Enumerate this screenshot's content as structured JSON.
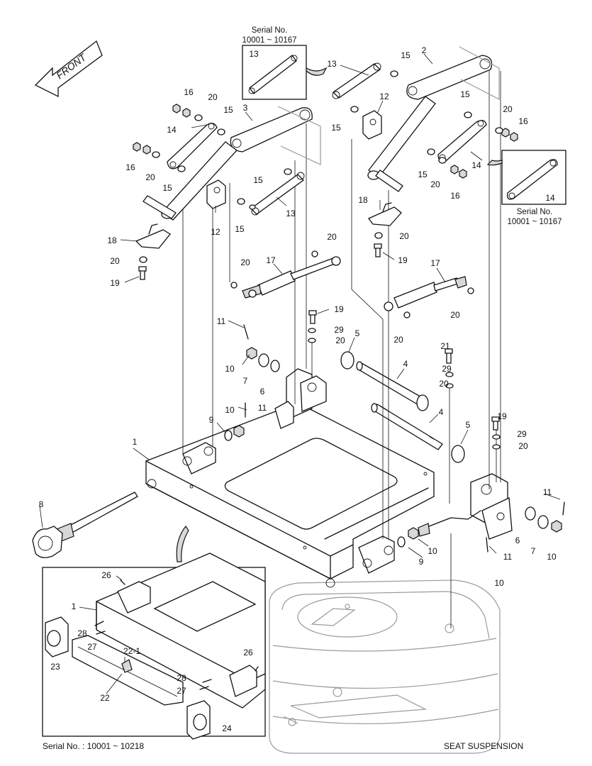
{
  "front_label": "FRONT",
  "callouts": {
    "top": {
      "title": "Serial No.",
      "range": "10001 ~ 10167",
      "part": "13"
    },
    "right": {
      "title": "Serial No.",
      "range": "10001 ~ 10167",
      "part": "14"
    }
  },
  "inset_serial": "Serial No. : 10001 ~ 10218",
  "caption": "SEAT SUSPENSION",
  "part_labels": [
    {
      "id": "p2",
      "text": "2"
    },
    {
      "id": "p3",
      "text": "3"
    },
    {
      "id": "p13a",
      "text": "13"
    },
    {
      "id": "p13b",
      "text": "13"
    },
    {
      "id": "p15a",
      "text": "15"
    },
    {
      "id": "p15b",
      "text": "15"
    },
    {
      "id": "p15c",
      "text": "15"
    },
    {
      "id": "p15d",
      "text": "15"
    },
    {
      "id": "p15e",
      "text": "15"
    },
    {
      "id": "p15f",
      "text": "15"
    },
    {
      "id": "p15g",
      "text": "15"
    },
    {
      "id": "p15h",
      "text": "15"
    },
    {
      "id": "p16a",
      "text": "16"
    },
    {
      "id": "p16b",
      "text": "16"
    },
    {
      "id": "p16c",
      "text": "16"
    },
    {
      "id": "p16d",
      "text": "16"
    },
    {
      "id": "p20a",
      "text": "20"
    },
    {
      "id": "p20b",
      "text": "20"
    },
    {
      "id": "p20c",
      "text": "20"
    },
    {
      "id": "p20d",
      "text": "20"
    },
    {
      "id": "p20e",
      "text": "20"
    },
    {
      "id": "p20f",
      "text": "20"
    },
    {
      "id": "p20g",
      "text": "20"
    },
    {
      "id": "p20h",
      "text": "20"
    },
    {
      "id": "p20i",
      "text": "20"
    },
    {
      "id": "p20j",
      "text": "20"
    },
    {
      "id": "p20k",
      "text": "20"
    },
    {
      "id": "p20l",
      "text": "20"
    },
    {
      "id": "p20m",
      "text": "20"
    },
    {
      "id": "p14a",
      "text": "14"
    },
    {
      "id": "p14b",
      "text": "14"
    },
    {
      "id": "p12a",
      "text": "12"
    },
    {
      "id": "p12b",
      "text": "12"
    },
    {
      "id": "p18a",
      "text": "18"
    },
    {
      "id": "p18b",
      "text": "18"
    },
    {
      "id": "p19a",
      "text": "19"
    },
    {
      "id": "p19b",
      "text": "19"
    },
    {
      "id": "p19c",
      "text": "19"
    },
    {
      "id": "p19d",
      "text": "19"
    },
    {
      "id": "p17a",
      "text": "17"
    },
    {
      "id": "p17b",
      "text": "17"
    },
    {
      "id": "p11a",
      "text": "11"
    },
    {
      "id": "p11b",
      "text": "11"
    },
    {
      "id": "p11c",
      "text": "11"
    },
    {
      "id": "p11d",
      "text": "11"
    },
    {
      "id": "p29a",
      "text": "29"
    },
    {
      "id": "p29b",
      "text": "29"
    },
    {
      "id": "p29c",
      "text": "29"
    },
    {
      "id": "p21",
      "text": "21"
    },
    {
      "id": "p5a",
      "text": "5"
    },
    {
      "id": "p5b",
      "text": "5"
    },
    {
      "id": "p4a",
      "text": "4"
    },
    {
      "id": "p4b",
      "text": "4"
    },
    {
      "id": "p10a",
      "text": "10"
    },
    {
      "id": "p10b",
      "text": "10"
    },
    {
      "id": "p10c",
      "text": "10"
    },
    {
      "id": "p10d",
      "text": "10"
    },
    {
      "id": "p10e",
      "text": "10"
    },
    {
      "id": "p7a",
      "text": "7"
    },
    {
      "id": "p7b",
      "text": "7"
    },
    {
      "id": "p6a",
      "text": "6"
    },
    {
      "id": "p6b",
      "text": "6"
    },
    {
      "id": "p9a",
      "text": "9"
    },
    {
      "id": "p9b",
      "text": "9"
    },
    {
      "id": "p1a",
      "text": "1"
    },
    {
      "id": "p1b",
      "text": "1"
    },
    {
      "id": "p8",
      "text": "8"
    },
    {
      "id": "p26a",
      "text": "26"
    },
    {
      "id": "p26b",
      "text": "26"
    },
    {
      "id": "p28a",
      "text": "28"
    },
    {
      "id": "p28b",
      "text": "28"
    },
    {
      "id": "p27a",
      "text": "27"
    },
    {
      "id": "p27b",
      "text": "27"
    },
    {
      "id": "p22-1",
      "text": "22-1"
    },
    {
      "id": "p22",
      "text": "22"
    },
    {
      "id": "p23",
      "text": "23"
    },
    {
      "id": "p24",
      "text": "24"
    }
  ]
}
